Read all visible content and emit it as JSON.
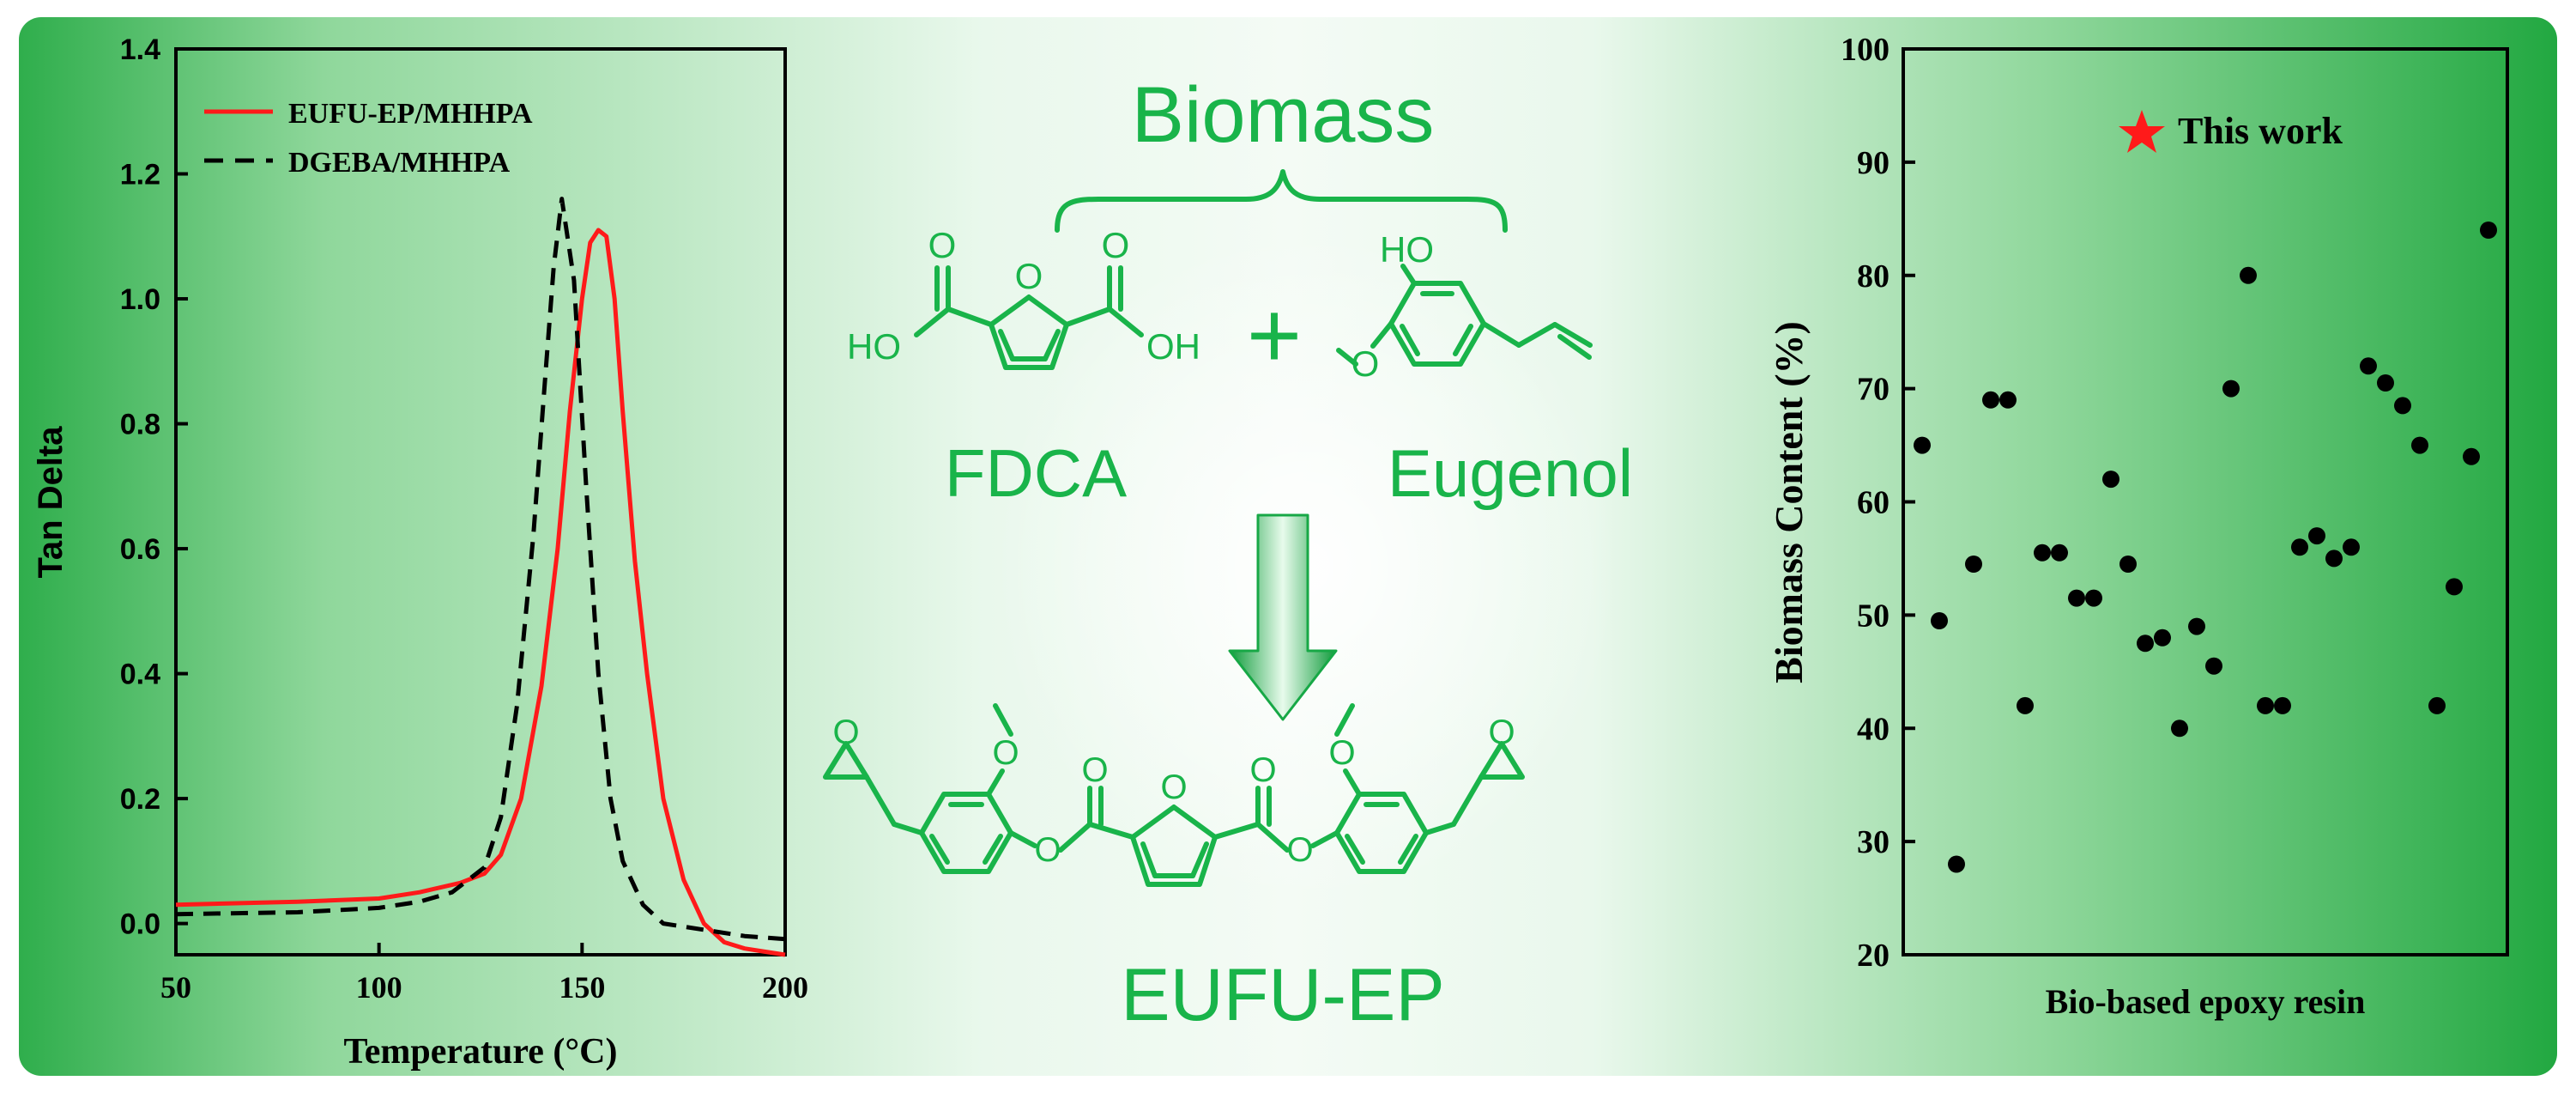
{
  "chart_data": [
    {
      "type": "line",
      "xlabel": "Temperature (°C)",
      "ylabel": "Tan Delta",
      "xlim": [
        50,
        200
      ],
      "ylim": [
        -0.05,
        1.4
      ],
      "xticks": [
        "50",
        "100",
        "150",
        "200"
      ],
      "yticks": [
        "0.0",
        "0.2",
        "0.4",
        "0.6",
        "0.8",
        "1.0",
        "1.2",
        "1.4"
      ],
      "legend_placement": "top-left",
      "series": [
        {
          "name": "EUFU-EP/MHHPA",
          "color": "#ff1a1a",
          "style": "solid",
          "x": [
            50,
            80,
            100,
            110,
            120,
            126,
            130,
            135,
            140,
            144,
            147,
            150,
            152,
            154,
            156,
            158,
            160,
            163,
            166,
            170,
            175,
            180,
            185,
            190,
            195,
            200
          ],
          "y": [
            0.03,
            0.035,
            0.04,
            0.05,
            0.065,
            0.08,
            0.11,
            0.2,
            0.38,
            0.6,
            0.82,
            1.0,
            1.09,
            1.11,
            1.1,
            1.0,
            0.82,
            0.58,
            0.4,
            0.2,
            0.07,
            0.0,
            -0.03,
            -0.04,
            -0.045,
            -0.05
          ]
        },
        {
          "name": "DGEBA/MHHPA",
          "color": "#000000",
          "style": "dashed",
          "x": [
            50,
            80,
            100,
            110,
            118,
            122,
            126,
            130,
            134,
            138,
            141,
            143,
            145,
            148,
            151,
            154,
            157,
            160,
            165,
            170,
            180,
            190,
            200
          ],
          "y": [
            0.015,
            0.018,
            0.025,
            0.035,
            0.05,
            0.07,
            0.09,
            0.17,
            0.35,
            0.62,
            0.88,
            1.05,
            1.16,
            1.03,
            0.7,
            0.4,
            0.2,
            0.1,
            0.03,
            0.0,
            -0.01,
            -0.02,
            -0.025
          ]
        }
      ]
    },
    {
      "type": "scatter",
      "xlabel": "Bio-based epoxy resin",
      "ylabel": "Biomass Content (%)",
      "ylim": [
        20,
        100
      ],
      "yticks": [
        "20",
        "30",
        "40",
        "50",
        "60",
        "70",
        "80",
        "90",
        "100"
      ],
      "xticks": [],
      "legend_placement": "top",
      "series": [
        {
          "name": "",
          "color": "#000000",
          "x": [
            1,
            2,
            3,
            4,
            5,
            6,
            7,
            8,
            9,
            10,
            11,
            12,
            13,
            14,
            15,
            16,
            17,
            18,
            19,
            20,
            21,
            22,
            23,
            24,
            25,
            26,
            27,
            28,
            29,
            30,
            31,
            32,
            33,
            34
          ],
          "y": [
            65,
            49.5,
            28,
            54.5,
            69,
            69,
            42,
            55.5,
            55.5,
            51.5,
            51.5,
            62,
            54.5,
            47.5,
            48,
            40,
            49,
            45.5,
            70,
            80,
            42,
            42,
            56,
            57,
            55,
            56,
            72,
            70.5,
            68.5,
            65,
            42,
            52.5,
            64,
            84
          ]
        },
        {
          "name": "This work",
          "color": "#ff1a1a",
          "marker": "star",
          "x": [],
          "y": []
        }
      ]
    }
  ],
  "scheme": {
    "title": "Biomass",
    "fdca_label": "FDCA",
    "eugenol_label": "Eugenol",
    "product_label": "EUFU-EP",
    "plus": "+",
    "atoms": {
      "HO": "HO",
      "OH": "OH",
      "O": "O"
    },
    "colors": {
      "structure": "#19b44a",
      "arrow": "#1fb24d"
    }
  }
}
